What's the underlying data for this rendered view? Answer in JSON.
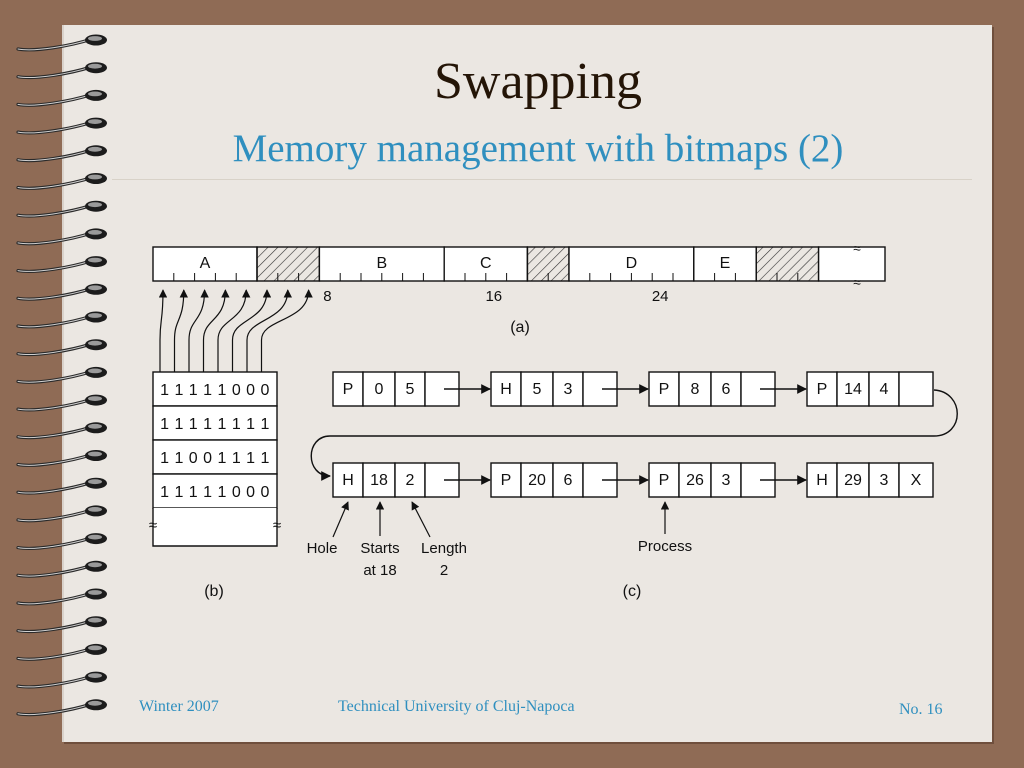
{
  "slide": {
    "title": "Swapping",
    "subtitle": "Memory management with bitmaps (2)"
  },
  "footer": {
    "left": "Winter 2007",
    "center": "Technical University of Cluj-Napoca",
    "right": "No. 16"
  },
  "colors": {
    "background": "#8f6b55",
    "paper": "#ebe7e2",
    "title": "#241507",
    "accent": "#2f8fbf"
  },
  "memory_bar": {
    "segments": [
      {
        "label": "A",
        "units": 5,
        "hatched": false
      },
      {
        "label": "",
        "units": 3,
        "hatched": true
      },
      {
        "label": "B",
        "units": 6,
        "hatched": false
      },
      {
        "label": "C",
        "units": 4,
        "hatched": false
      },
      {
        "label": "",
        "units": 2,
        "hatched": true
      },
      {
        "label": "D",
        "units": 6,
        "hatched": false
      },
      {
        "label": "E",
        "units": 3,
        "hatched": false
      },
      {
        "label": "",
        "units": 3,
        "hatched": true
      }
    ],
    "ticks": [
      {
        "unit": 8,
        "label": "8"
      },
      {
        "unit": 16,
        "label": "16"
      },
      {
        "unit": 24,
        "label": "24"
      }
    ],
    "caption": "(a)"
  },
  "bitmap": {
    "rows": [
      "1 1 1 1 1 0 0 0",
      "1 1 1 1 1 1 1 1",
      "1 1 0 0 1 1 1 1",
      "1 1 1 1 1 0 0 0"
    ],
    "caption": "(b)"
  },
  "list": {
    "nodes": [
      [
        "P",
        "0",
        "5"
      ],
      [
        "H",
        "5",
        "3"
      ],
      [
        "P",
        "8",
        "6"
      ],
      [
        "P",
        "14",
        "4"
      ],
      [
        "H",
        "18",
        "2"
      ],
      [
        "P",
        "20",
        "6"
      ],
      [
        "P",
        "26",
        "3"
      ],
      [
        "H",
        "29",
        "3",
        "X"
      ]
    ],
    "annotations": {
      "hole": "Hole",
      "starts": [
        "Starts",
        "at 18"
      ],
      "length": [
        "Length",
        "2"
      ],
      "process": "Process"
    },
    "caption": "(c)"
  }
}
